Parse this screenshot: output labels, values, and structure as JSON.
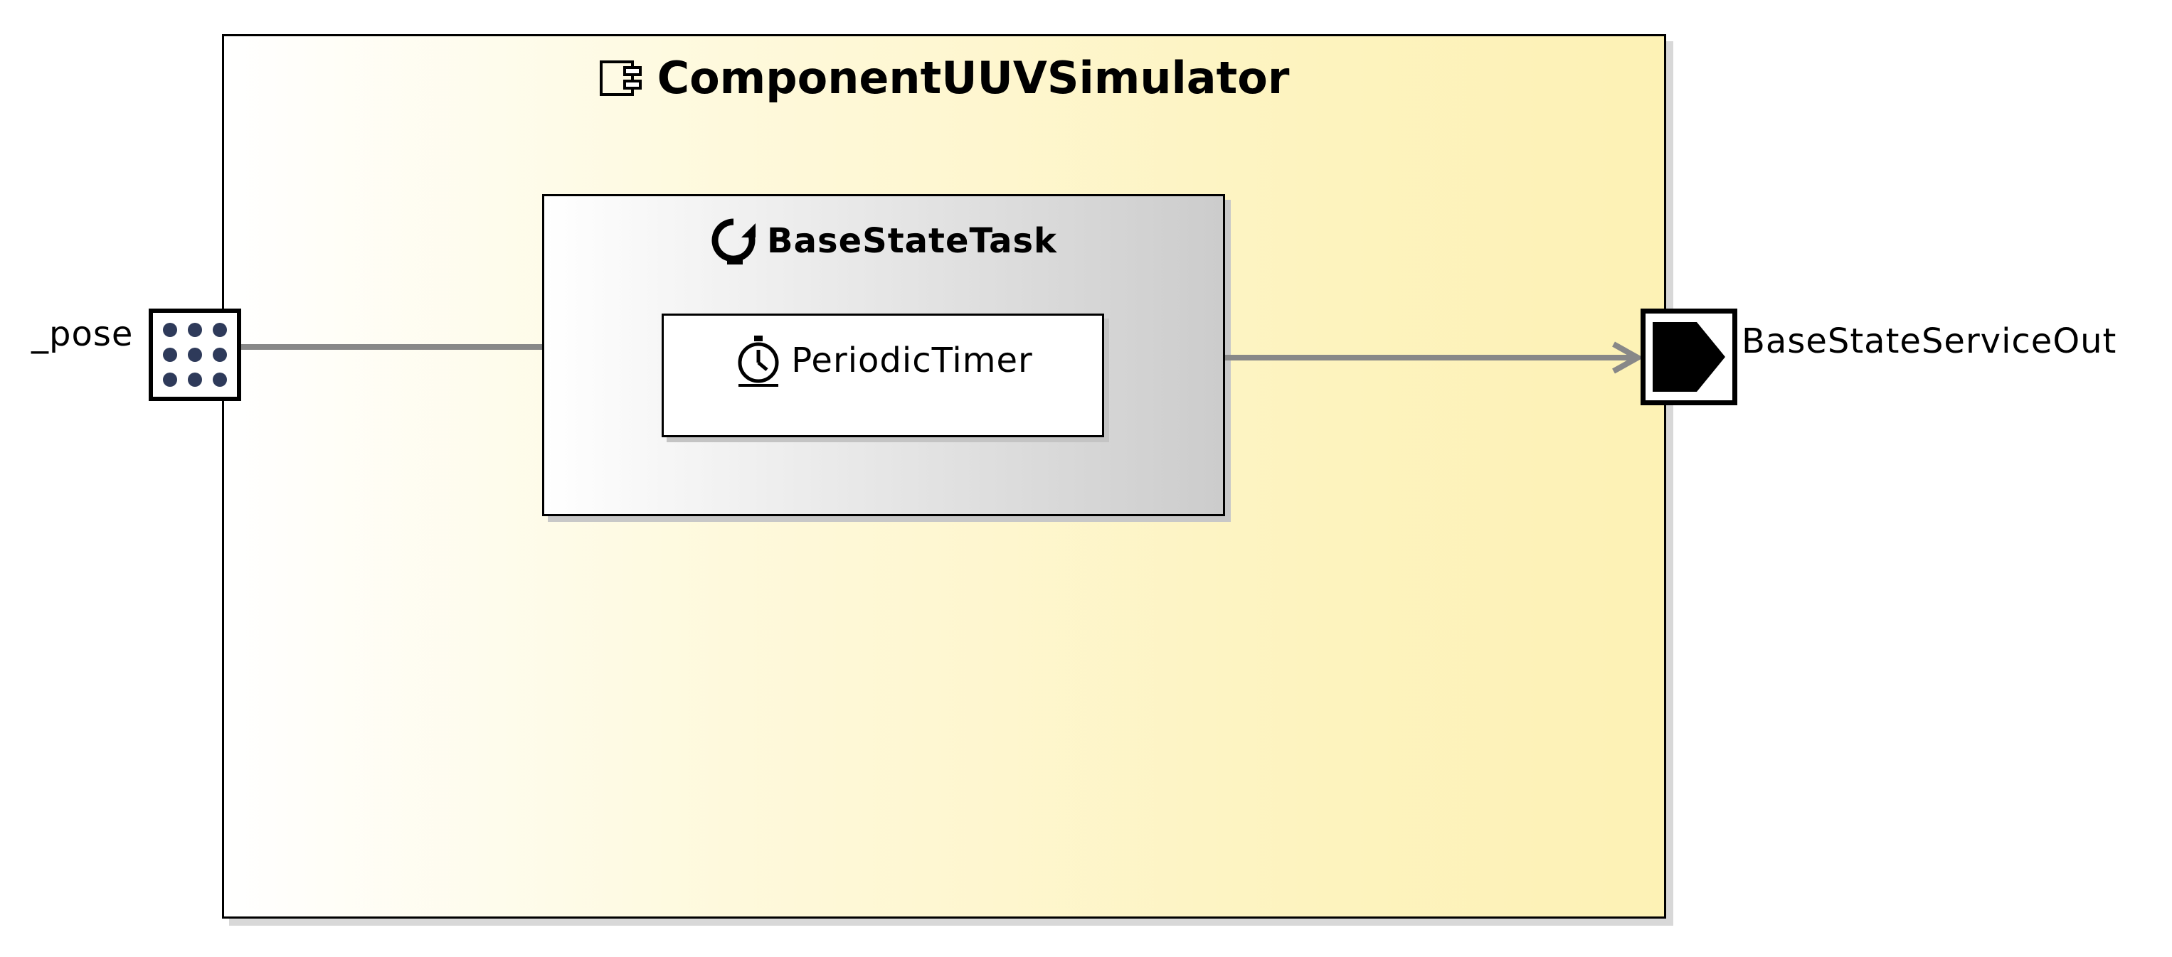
{
  "component": {
    "name": "ComponentUUVSimulator",
    "icon": "component-icon"
  },
  "task": {
    "name": "BaseStateTask",
    "icon": "task-cycle-icon"
  },
  "timer": {
    "name": "PeriodicTimer",
    "icon": "stopwatch-icon"
  },
  "ports": {
    "input": {
      "name": "_pose",
      "icon": "dot-grid-port-icon"
    },
    "output": {
      "name": "BaseStateServiceOut",
      "icon": "output-arrow-port-icon"
    }
  },
  "colors": {
    "component_fill_start": "#ffffff",
    "component_fill_end": "#fdf2b5",
    "task_fill_start": "#ffffff",
    "task_fill_end": "#cccccc",
    "connector": "#888888",
    "port_dot": "#2e3a5a"
  }
}
